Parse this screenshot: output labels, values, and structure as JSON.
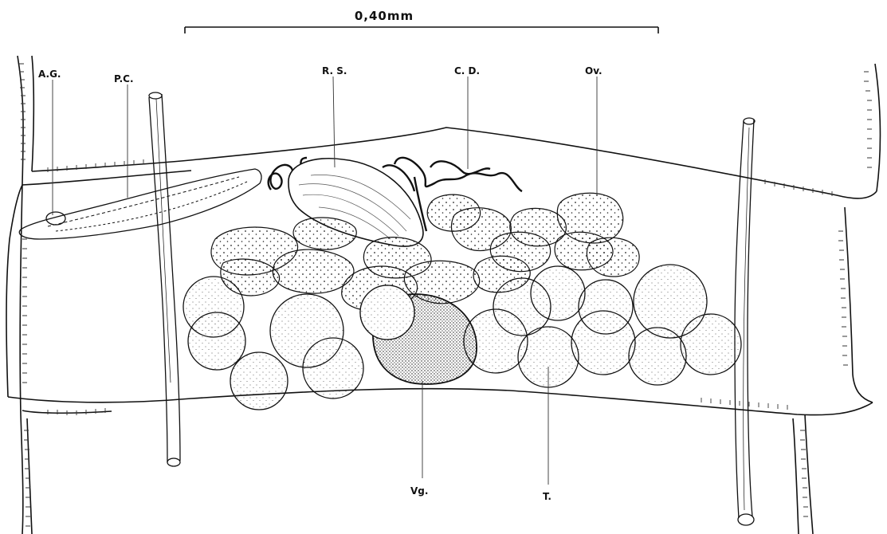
{
  "scale_bar": {
    "label": "0,40mm"
  },
  "labels": {
    "ag": "A.G.",
    "pc": "P.C.",
    "rs": "R. S.",
    "cd": "C. D.",
    "ov": "Ov.",
    "vg": "Vg.",
    "t": "T."
  },
  "colors": {
    "ink": "#111111",
    "background": "#ffffff"
  }
}
